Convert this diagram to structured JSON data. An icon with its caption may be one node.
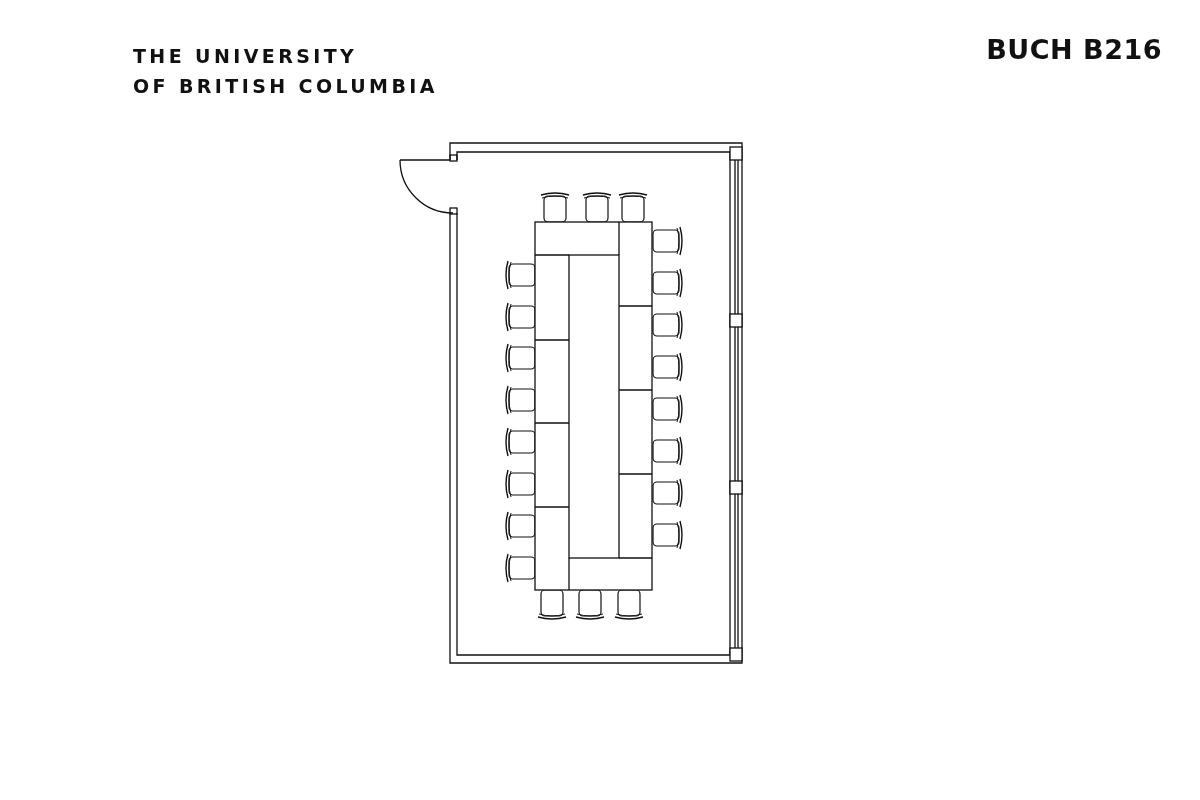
{
  "diagram": {
    "title": "BUCH B216",
    "labels": [
      "THE UNIVERSITY",
      "OF BRITISH COLUMBIA"
    ]
  }
}
